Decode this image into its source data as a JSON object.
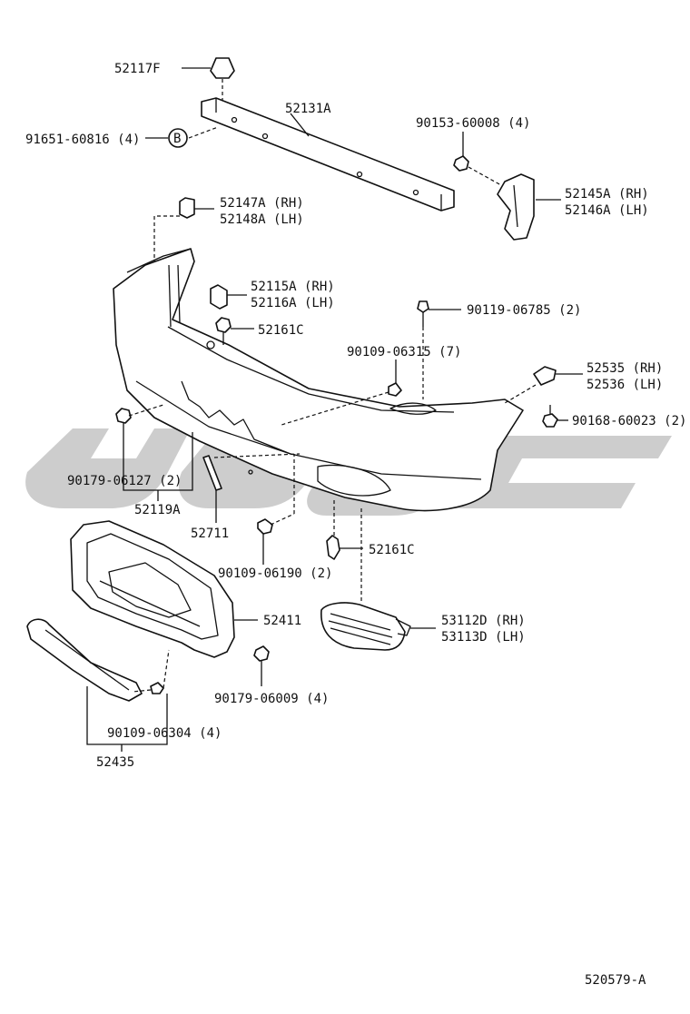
{
  "diagram": {
    "code": "520579-A",
    "watermark_name": "watermark-logo"
  },
  "callouts": {
    "p52117F": "52117F",
    "p52131A": "52131A",
    "p90153": "90153-60008 (4)",
    "p91651": "91651-60816 (4)",
    "circleB": "B",
    "p52147A": "52147A (RH)",
    "p52148A": "52148A (LH)",
    "p52145A": "52145A (RH)",
    "p52146A": "52146A (LH)",
    "p52115A": "52115A (RH)",
    "p52116A": "52116A (LH)",
    "p52161C_upper": "52161C",
    "p90119": "90119-06785 (2)",
    "p90109_06315": "90109-06315 (7)",
    "p52535": "52535 (RH)",
    "p52536": "52536 (LH)",
    "p90168": "90168-60023 (2)",
    "p90179_06127": "90179-06127 (2)",
    "p52119A": "52119A",
    "p52711": "52711",
    "p90109_06190": "90109-06190 (2)",
    "p52161C_lower": "52161C",
    "p52411": "52411",
    "p53112D": "53112D (RH)",
    "p53113D": "53113D (LH)",
    "p90179_06009": "90179-06009 (4)",
    "p90109_06304": "90109-06304 (4)",
    "p52435": "52435"
  }
}
